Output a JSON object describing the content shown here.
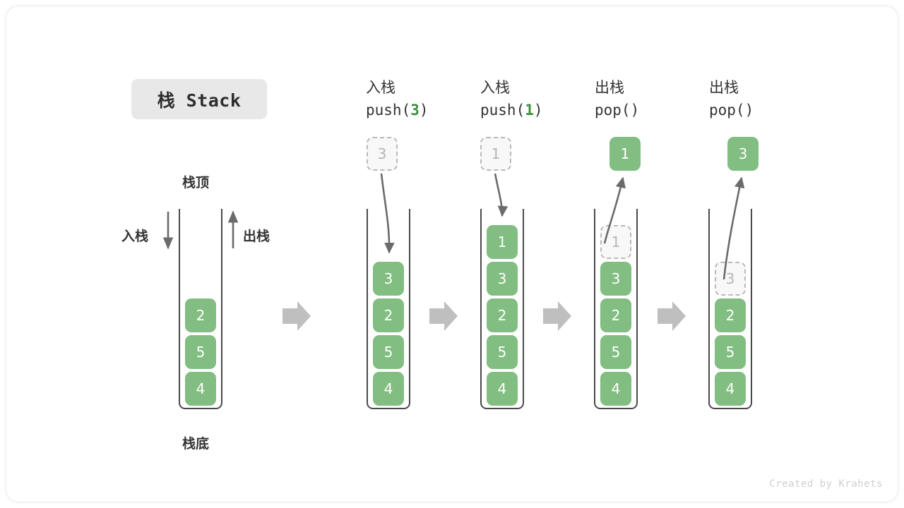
{
  "figure": {
    "title_badge": "栈 Stack",
    "watermark": "Created by Krahets",
    "top_label": "栈顶",
    "bottom_label": "栈底",
    "push_side_label": "入栈",
    "pop_side_label": "出栈",
    "colors": {
      "cell_fill": "#82bd82",
      "cell_text": "#ffffff",
      "ghost_fill": "#f8f8f8",
      "ghost_text": "#b6b6b6",
      "ghost_border": "#b9b9b9",
      "container_stroke": "#4a4a4a",
      "arrow_gray": "#6b6b6b",
      "step_arrow": "#bfbfbf",
      "badge_bg": "#e8e8e8",
      "accent_green": "#3c8f3c",
      "text_dark": "#333333",
      "watermark": "#cfcfcf"
    }
  },
  "steps": [
    {
      "id": "initial",
      "op_cn": "",
      "op_code_prefix": "",
      "op_code_arg": "",
      "op_code_suffix": "",
      "stack": [
        "2",
        "5",
        "4"
      ],
      "floating": null,
      "ghost_in_stack": null
    },
    {
      "id": "push-3",
      "op_cn": "入栈",
      "op_code_prefix": "push(",
      "op_code_arg": "3",
      "op_code_suffix": ")",
      "stack": [
        "3",
        "2",
        "5",
        "4"
      ],
      "floating": {
        "value": "3",
        "style": "ghost"
      },
      "ghost_in_stack": null
    },
    {
      "id": "push-1",
      "op_cn": "入栈",
      "op_code_prefix": "push(",
      "op_code_arg": "1",
      "op_code_suffix": ")",
      "stack": [
        "1",
        "3",
        "2",
        "5",
        "4"
      ],
      "floating": {
        "value": "1",
        "style": "ghost"
      },
      "ghost_in_stack": null
    },
    {
      "id": "pop-1",
      "op_cn": "出栈",
      "op_code_prefix": "pop(",
      "op_code_arg": "",
      "op_code_suffix": ")",
      "stack": [
        "3",
        "2",
        "5",
        "4"
      ],
      "floating": {
        "value": "1",
        "style": "filled"
      },
      "ghost_in_stack": {
        "value": "1",
        "slot": 0
      }
    },
    {
      "id": "pop-3",
      "op_cn": "出栈",
      "op_code_prefix": "pop(",
      "op_code_arg": "",
      "op_code_suffix": ")",
      "stack": [
        "2",
        "5",
        "4"
      ],
      "floating": {
        "value": "3",
        "style": "filled"
      },
      "ghost_in_stack": {
        "value": "3",
        "slot": 1
      }
    }
  ],
  "step_separator_icon": "right-block-arrow-icon"
}
